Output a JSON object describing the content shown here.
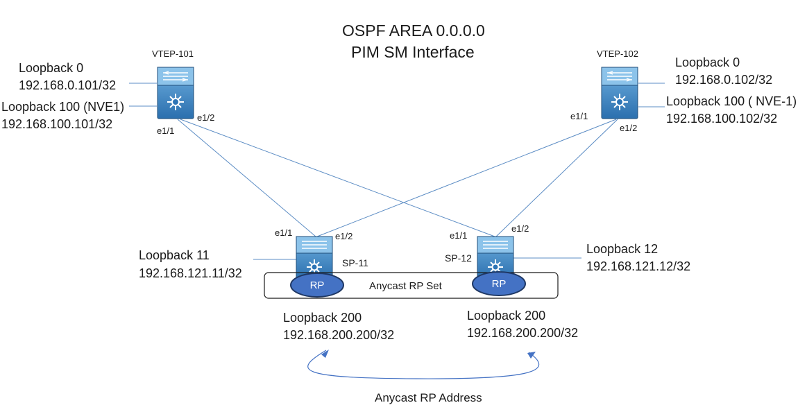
{
  "title": {
    "line1": "OSPF AREA 0.0.0.0",
    "line2": "PIM SM Interface"
  },
  "devices": {
    "vtep101": {
      "name": "VTEP-101",
      "port_a": "e1/1",
      "port_b": "e1/2",
      "lo0_name": "Loopback 0",
      "lo0_ip": "192.168.0.101/32",
      "lo100_name": "Loopback 100 (NVE1)",
      "lo100_ip": "192.168.100.101/32"
    },
    "vtep102": {
      "name": "VTEP-102",
      "port_a": "e1/1",
      "port_b": "e1/2",
      "lo0_name": "Loopback 0",
      "lo0_ip": "192.168.0.102/32",
      "lo100_name": "Loopback 100 ( NVE-1)",
      "lo100_ip": "192.168.100.102/32"
    },
    "sp11": {
      "name": "SP-11",
      "port_a": "e1/1",
      "port_b": "e1/2",
      "lo_name": "Loopback 11",
      "lo_ip": "192.168.121.11/32",
      "lo200_name": "Loopback 200",
      "lo200_ip": "192.168.200.200/32",
      "rp_label": "RP"
    },
    "sp12": {
      "name": "SP-12",
      "port_a": "e1/1",
      "port_b": "e1/2",
      "lo_name": "Loopback 12",
      "lo_ip": "192.168.121.12/32",
      "lo200_name": "Loopback 200",
      "lo200_ip": "192.168.200.200/32",
      "rp_label": "RP"
    }
  },
  "anycast": {
    "set_label": "Anycast RP Set",
    "address_label": "Anycast RP Address"
  },
  "colors": {
    "switch_top": "#5a9fd4",
    "switch_body": "#2e75b6",
    "rp_fill": "#4472c4",
    "rp_stroke": "#1f3864",
    "link": "#5b8cc4",
    "arrow": "#4472c4"
  }
}
